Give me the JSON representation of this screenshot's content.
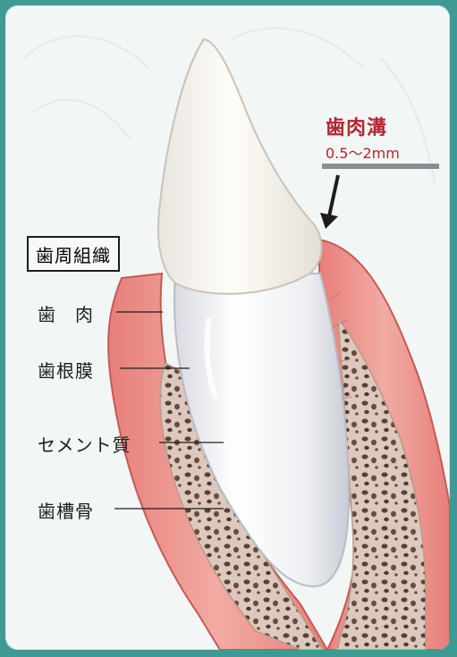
{
  "labels": {
    "periodontium": "歯周組織",
    "gingiva": "歯　肉",
    "periodontal_ligament": "歯根膜",
    "cementum": "セメント質",
    "alveolar_bone": "歯槽骨",
    "gingival_sulcus": "歯肉溝",
    "sulcus_depth": "0.5～2mm"
  },
  "colors": {
    "frame": "#3f9a96",
    "background": "#f2f6f5",
    "gum": "#e88f8a",
    "gum_light": "#f4b2aa",
    "bone": "#dcc8bc",
    "bone_pore": "#5a4038",
    "tooth": "#f7f4f1",
    "accent_text": "#b52531"
  }
}
